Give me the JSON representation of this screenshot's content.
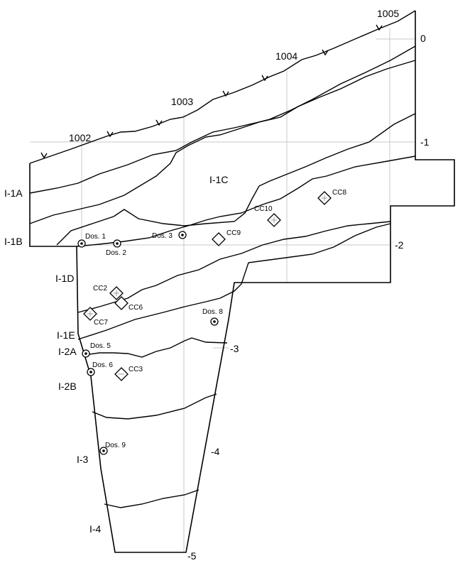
{
  "grid_x_labels": [
    "1002",
    "1003",
    "1004",
    "1005"
  ],
  "depth_labels": [
    "0",
    "-1",
    "-2",
    "-3",
    "-4",
    "-5"
  ],
  "units": [
    "I-1A",
    "I-1B",
    "I-1C",
    "I-1D",
    "I-1E",
    "I-2A",
    "I-2B",
    "I-3",
    "I-4"
  ],
  "samples": [
    "Dos. 1",
    "Dos. 2",
    "Dos. 3",
    "Dos. 5",
    "Dos. 6",
    "Dos. 8",
    "Dos. 9"
  ],
  "cores": [
    "CC2",
    "CC3",
    "CC6",
    "CC7",
    "CC8",
    "CC9",
    "CC10"
  ],
  "colors": {
    "line": "#000000",
    "grid": "#c8c8c8",
    "background": "#ffffff"
  },
  "icons": {
    "sample": "circle-dot-icon",
    "core": "diamond-icon"
  }
}
